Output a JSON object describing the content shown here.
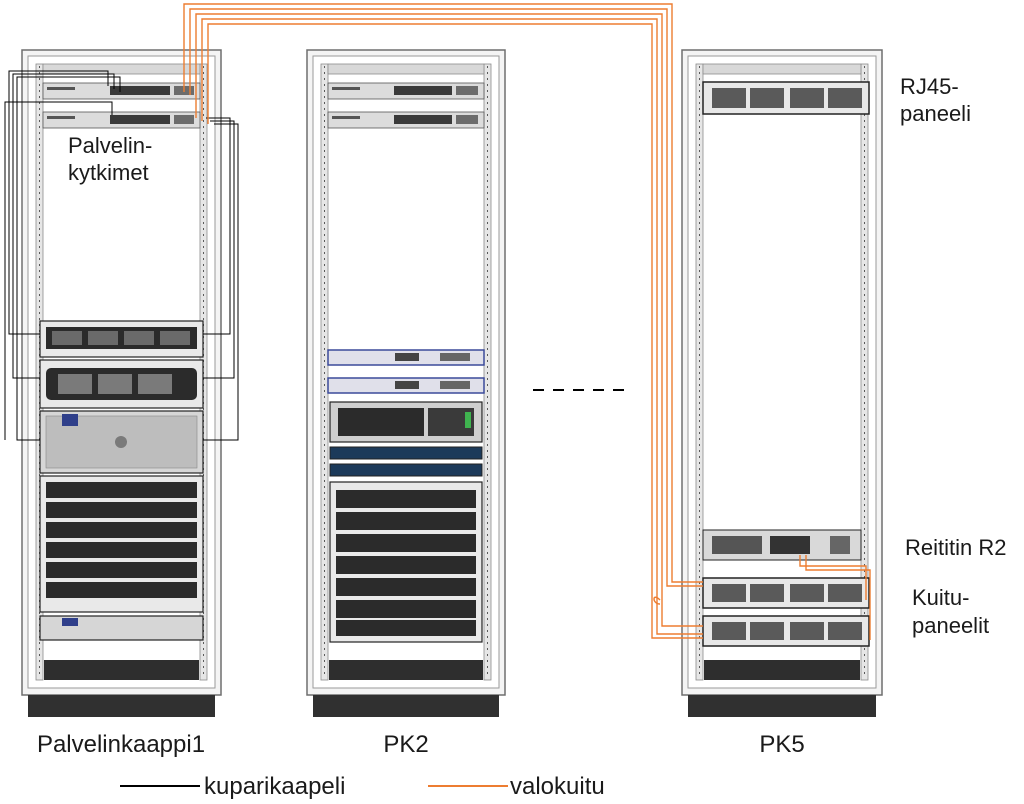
{
  "labels": {
    "server_switches": [
      "Palvelin-",
      "kytkimet"
    ],
    "rj45_panel": [
      "RJ45-",
      "paneeli"
    ],
    "router": "Reititin R2",
    "fiber_panels": [
      "Kuitu-",
      "paneelit"
    ]
  },
  "racks": [
    {
      "name": "Palvelinkaappi1"
    },
    {
      "name": "PK2"
    },
    {
      "name": "PK5"
    }
  ],
  "legend": {
    "copper": {
      "label": "kuparikaapeli",
      "color": "#000000"
    },
    "fiber": {
      "label": "valokuitu",
      "color": "#ed7d31"
    }
  },
  "colors": {
    "fiber": "#ed7d31",
    "copper": "#000000",
    "rack_frame": "#808080",
    "server_dark": "#2b2b2b",
    "blue_device": "#3b4a9a"
  }
}
